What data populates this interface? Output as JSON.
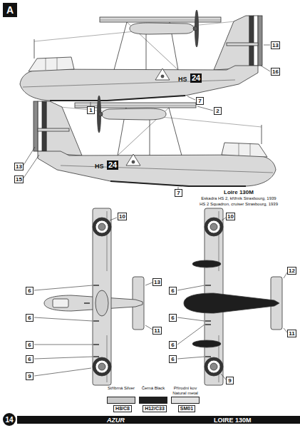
{
  "diagram": {
    "title": "Loire 130M",
    "nodes": [
      {
        "text": [
          "A"
        ]
      },
      {
        "text": [
          "13"
        ]
      },
      {
        "text": [
          "16"
        ]
      },
      {
        "text": [
          "7"
        ]
      },
      {
        "text": [
          "1"
        ]
      },
      {
        "text": [
          "2"
        ]
      },
      {
        "text": [
          "13"
        ]
      },
      {
        "text": [
          "15"
        ]
      },
      {
        "text": [
          "7"
        ]
      },
      {
        "text": [
          "10"
        ]
      },
      {
        "text": [
          "13"
        ]
      },
      {
        "text": [
          "11"
        ]
      },
      {
        "text": [
          "6"
        ]
      },
      {
        "text": [
          "6"
        ]
      },
      {
        "text": [
          "6"
        ]
      },
      {
        "text": [
          "6"
        ]
      },
      {
        "text": [
          "9"
        ]
      },
      {
        "text": [
          "10"
        ]
      },
      {
        "text": [
          "12"
        ]
      },
      {
        "text": [
          "11"
        ]
      },
      {
        "text": [
          "6"
        ]
      },
      {
        "text": [
          "6"
        ]
      },
      {
        "text": [
          "6"
        ]
      },
      {
        "text": [
          "6"
        ]
      },
      {
        "text": [
          "9"
        ]
      },
      {
        "text": [
          "14"
        ]
      }
    ],
    "labels": [
      "HS",
      "24",
      "HS",
      "24",
      "Eskadra HS 2, křižník Strasbourg, 1939",
      "HS 2 Squadron, cruiser Strasbourg, 1939",
      "H8/C8",
      "H12/C33",
      "SM01",
      "AZUR",
      "LOIRE 130M"
    ],
    "legend": [
      {
        "text": "Stříbrná Silver",
        "color": "#c9c9c9"
      },
      {
        "text": "Černá Black",
        "color": "#1e1e1e"
      },
      {
        "text": "Přírodní kov Natural metal",
        "color": "#e2e2e2"
      }
    ]
  }
}
